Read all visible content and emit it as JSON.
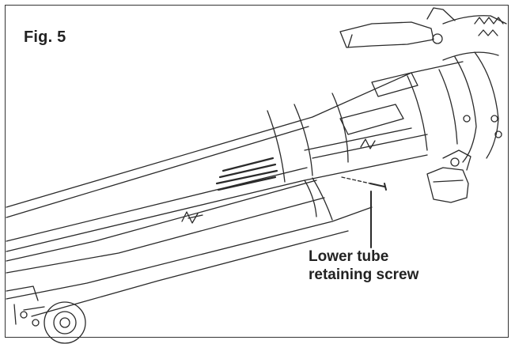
{
  "figure": {
    "label": "Fig. 5"
  },
  "callout": {
    "line1": "Lower tube",
    "line2": "retaining screw"
  },
  "colors": {
    "line": "#2a2a2a",
    "frame": "#333333",
    "background": "#ffffff"
  },
  "icons": {
    "screw": "screw-icon",
    "wheel": "wheel-icon"
  }
}
